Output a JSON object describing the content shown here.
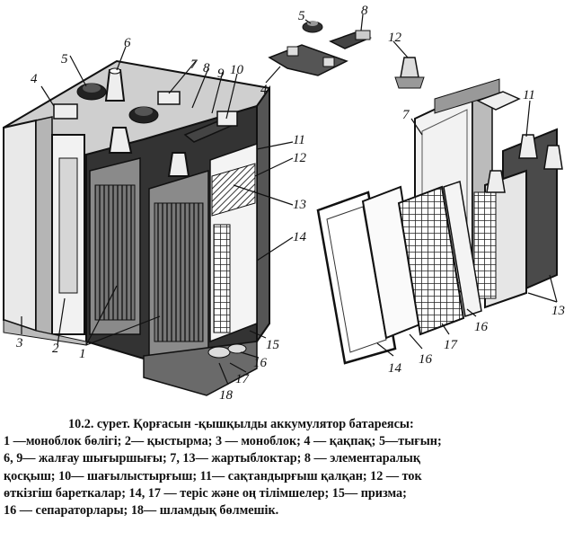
{
  "figure": {
    "labels": {
      "n1": "1",
      "n2": "2",
      "n3": "3",
      "n4": "4",
      "n5": "5",
      "n6": "6",
      "n7": "7",
      "n8": "8",
      "n9": "9",
      "n10": "10",
      "n11": "11",
      "n12": "12",
      "n13": "13",
      "n14": "14",
      "n15": "15",
      "n16": "16",
      "n17": "17",
      "n18": "18",
      "e5": "5",
      "e8": "8",
      "e4": "4",
      "e12": "12",
      "e7": "7",
      "e11": "11",
      "e13": "13",
      "e14": "14",
      "e16": "16",
      "e17": "17",
      "e16b": "16"
    }
  },
  "caption": {
    "title": "10.2. сурет. Қорғасын -қышқылды аккумулятор батареясы:",
    "lines": [
      "1 —моноблок бөлігі; 2— қыстырма; 3 — моноблок; 4 — қақпақ;  5—тығын;",
      "6, 9— жалғау шығыршығы; 7, 13— жартыблоктар;  8 — элементаралық",
      "қосқыш; 10— шағылыстырғыш;  11— сақтандырғыш қалқан; 12 — ток",
      "өткізгіш бареткалар;  14, 17 — теріс және оң тілімшелер; 15— призма;",
      "16 — сепараторлары;   18— шламдық бөлмешік."
    ]
  }
}
